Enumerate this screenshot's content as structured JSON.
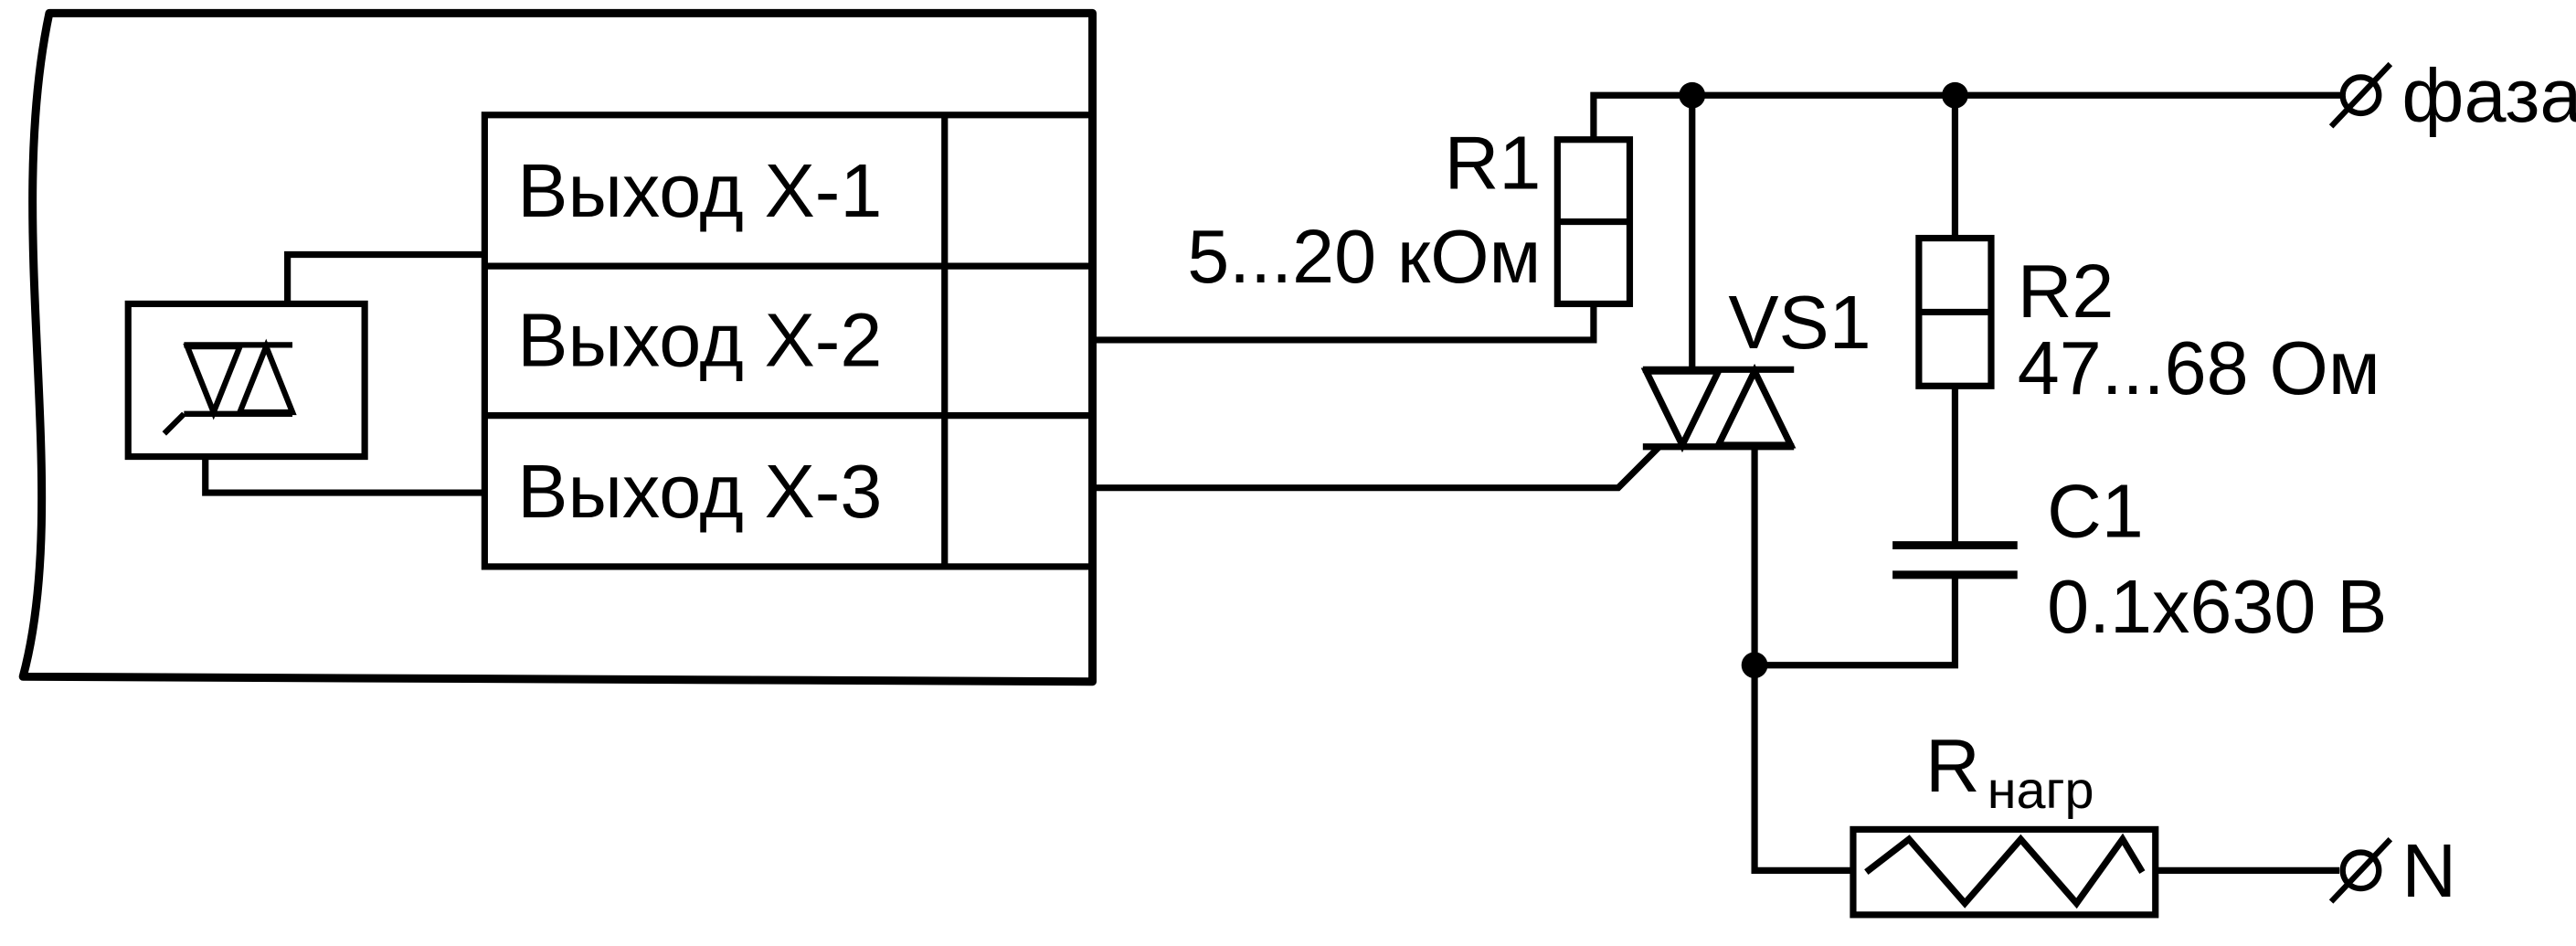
{
  "canvas": {
    "background_color": "#ffffff",
    "line_color": "#000000"
  },
  "device": {
    "outputs": [
      {
        "label": "Выход Х-1"
      },
      {
        "label": "Выход Х-2"
      },
      {
        "label": "Выход Х-3"
      }
    ]
  },
  "components": {
    "r1": {
      "name": "R1",
      "value": "5...20 кОм"
    },
    "vs1": {
      "name": "VS1"
    },
    "r2": {
      "name": "R2",
      "value": "47...68 Ом"
    },
    "c1": {
      "name": "C1",
      "value": "0.1x630 В"
    },
    "rload": {
      "name": "R",
      "subscript": "нагр"
    }
  },
  "terminals": {
    "phase": "фаза",
    "neutral": "N"
  }
}
